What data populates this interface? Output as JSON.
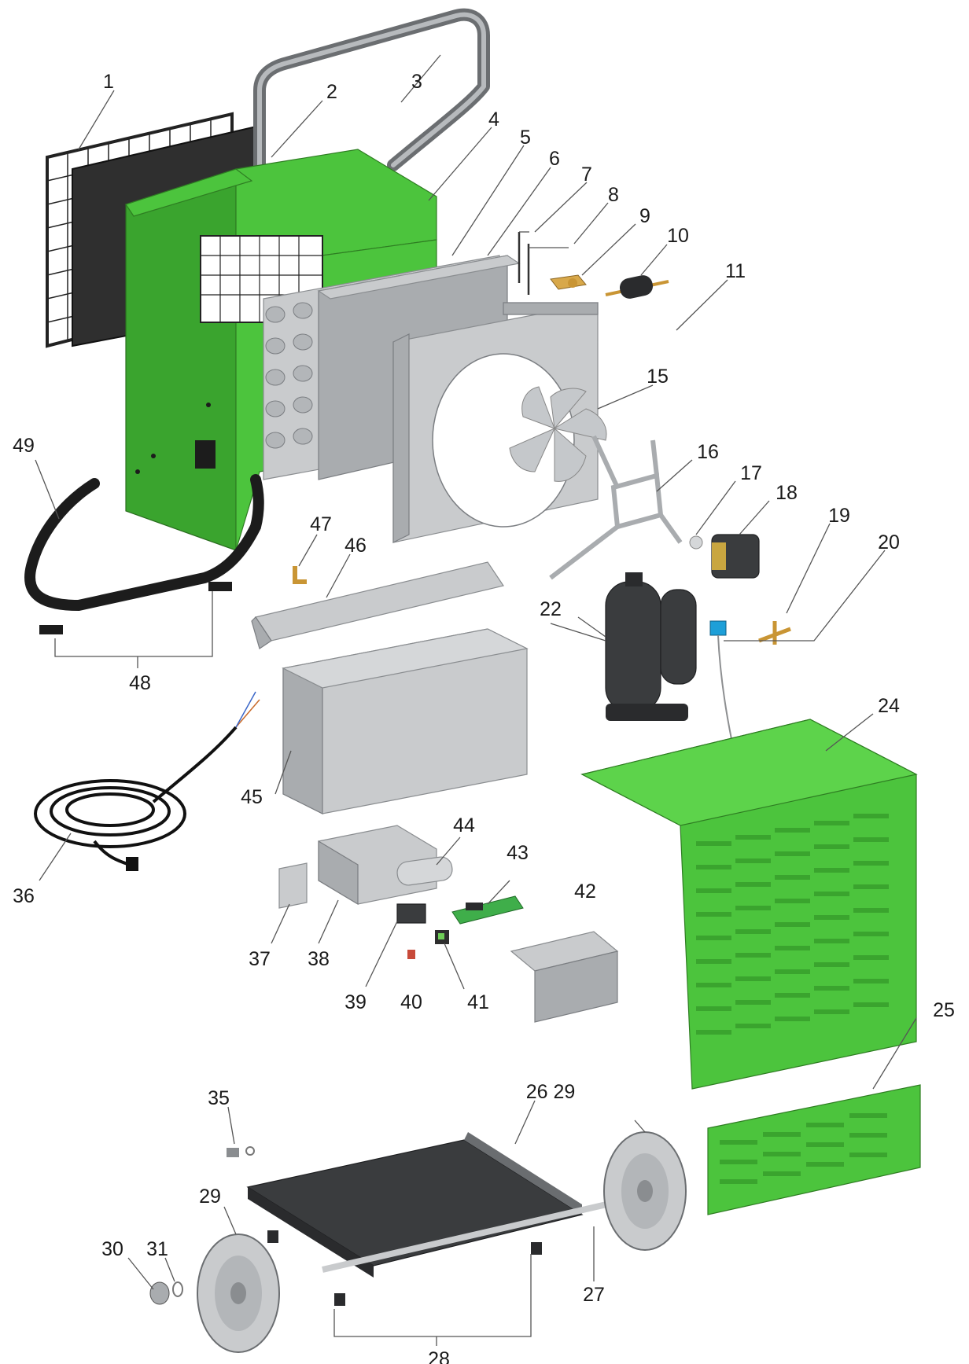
{
  "callouts": [
    {
      "id": "c1",
      "label": "1"
    },
    {
      "id": "c2",
      "label": "2"
    },
    {
      "id": "c3",
      "label": "3"
    },
    {
      "id": "c4",
      "label": "4"
    },
    {
      "id": "c5",
      "label": "5"
    },
    {
      "id": "c6",
      "label": "6"
    },
    {
      "id": "c7",
      "label": "7"
    },
    {
      "id": "c8",
      "label": "8"
    },
    {
      "id": "c9",
      "label": "9"
    },
    {
      "id": "c10",
      "label": "10"
    },
    {
      "id": "c11",
      "label": "11"
    },
    {
      "id": "c15",
      "label": "15"
    },
    {
      "id": "c16",
      "label": "16"
    },
    {
      "id": "c17",
      "label": "17"
    },
    {
      "id": "c18",
      "label": "18"
    },
    {
      "id": "c19",
      "label": "19"
    },
    {
      "id": "c20",
      "label": "20"
    },
    {
      "id": "c22",
      "label": "22"
    },
    {
      "id": "c24",
      "label": "24"
    },
    {
      "id": "c25",
      "label": "25"
    },
    {
      "id": "c26",
      "label": "26 29"
    },
    {
      "id": "c27",
      "label": "27"
    },
    {
      "id": "c28",
      "label": "28"
    },
    {
      "id": "c29",
      "label": "29"
    },
    {
      "id": "c30",
      "label": "30"
    },
    {
      "id": "c31",
      "label": "31"
    },
    {
      "id": "c35",
      "label": "35"
    },
    {
      "id": "c36",
      "label": "36"
    },
    {
      "id": "c37",
      "label": "37"
    },
    {
      "id": "c38",
      "label": "38"
    },
    {
      "id": "c39",
      "label": "39"
    },
    {
      "id": "c40",
      "label": "40"
    },
    {
      "id": "c41",
      "label": "41"
    },
    {
      "id": "c42",
      "label": "42"
    },
    {
      "id": "c43",
      "label": "43"
    },
    {
      "id": "c44",
      "label": "44"
    },
    {
      "id": "c45",
      "label": "45"
    },
    {
      "id": "c46",
      "label": "46"
    },
    {
      "id": "c47",
      "label": "47"
    },
    {
      "id": "c48",
      "label": "48"
    },
    {
      "id": "c49",
      "label": "49"
    }
  ],
  "colors": {
    "housing": "#4cc43d",
    "metal": "#c9cbcd",
    "dark": "#3a3c3e",
    "label": "#1a1a1a"
  }
}
